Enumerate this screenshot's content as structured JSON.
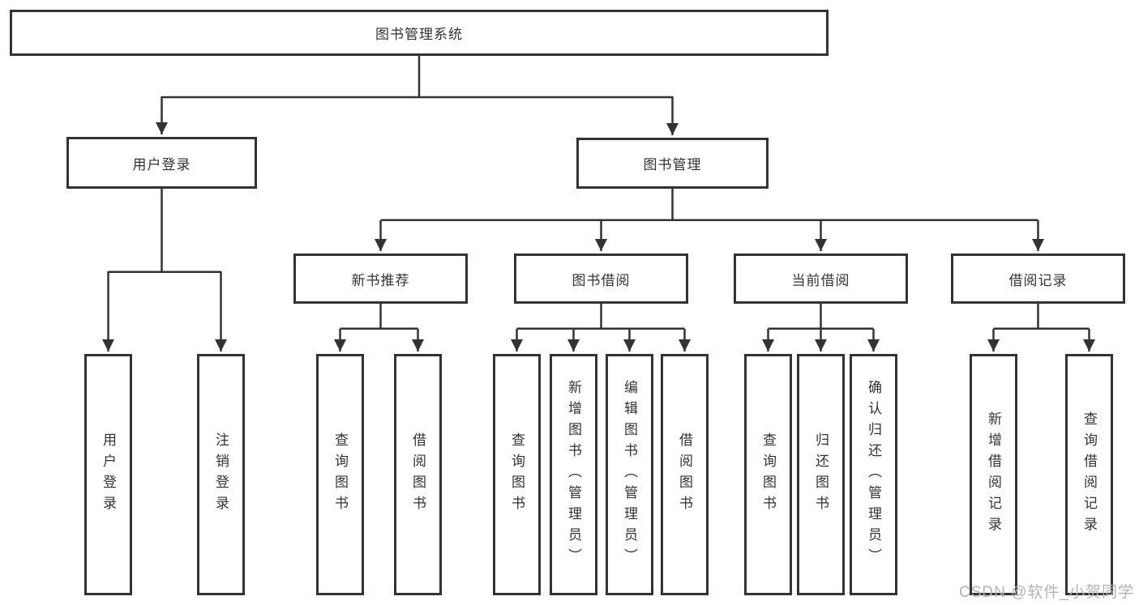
{
  "diagram": {
    "root": "图书管理系统",
    "branches": [
      {
        "label": "用户登录",
        "children": [
          "用户登录",
          "注销登录"
        ]
      },
      {
        "label": "图书管理",
        "sections": [
          {
            "label": "新书推荐",
            "children": [
              "查询图书",
              "借阅图书"
            ]
          },
          {
            "label": "图书借阅",
            "children": [
              "查询图书",
              "新增图书（管理员）",
              "编辑图书（管理员）",
              "借阅图书"
            ]
          },
          {
            "label": "当前借阅",
            "children": [
              "查询图书",
              "归还图书",
              "确认归还（管理员）"
            ]
          },
          {
            "label": "借阅记录",
            "children": [
              "新增借阅记录",
              "查询借阅记录"
            ]
          }
        ]
      }
    ]
  },
  "watermark": "CSDN @软件_小贺同学",
  "colors": {
    "line": "#333333",
    "box_border": "#333333",
    "text": "#333333",
    "background": "#ffffff",
    "watermark": "#b3b3b3"
  }
}
